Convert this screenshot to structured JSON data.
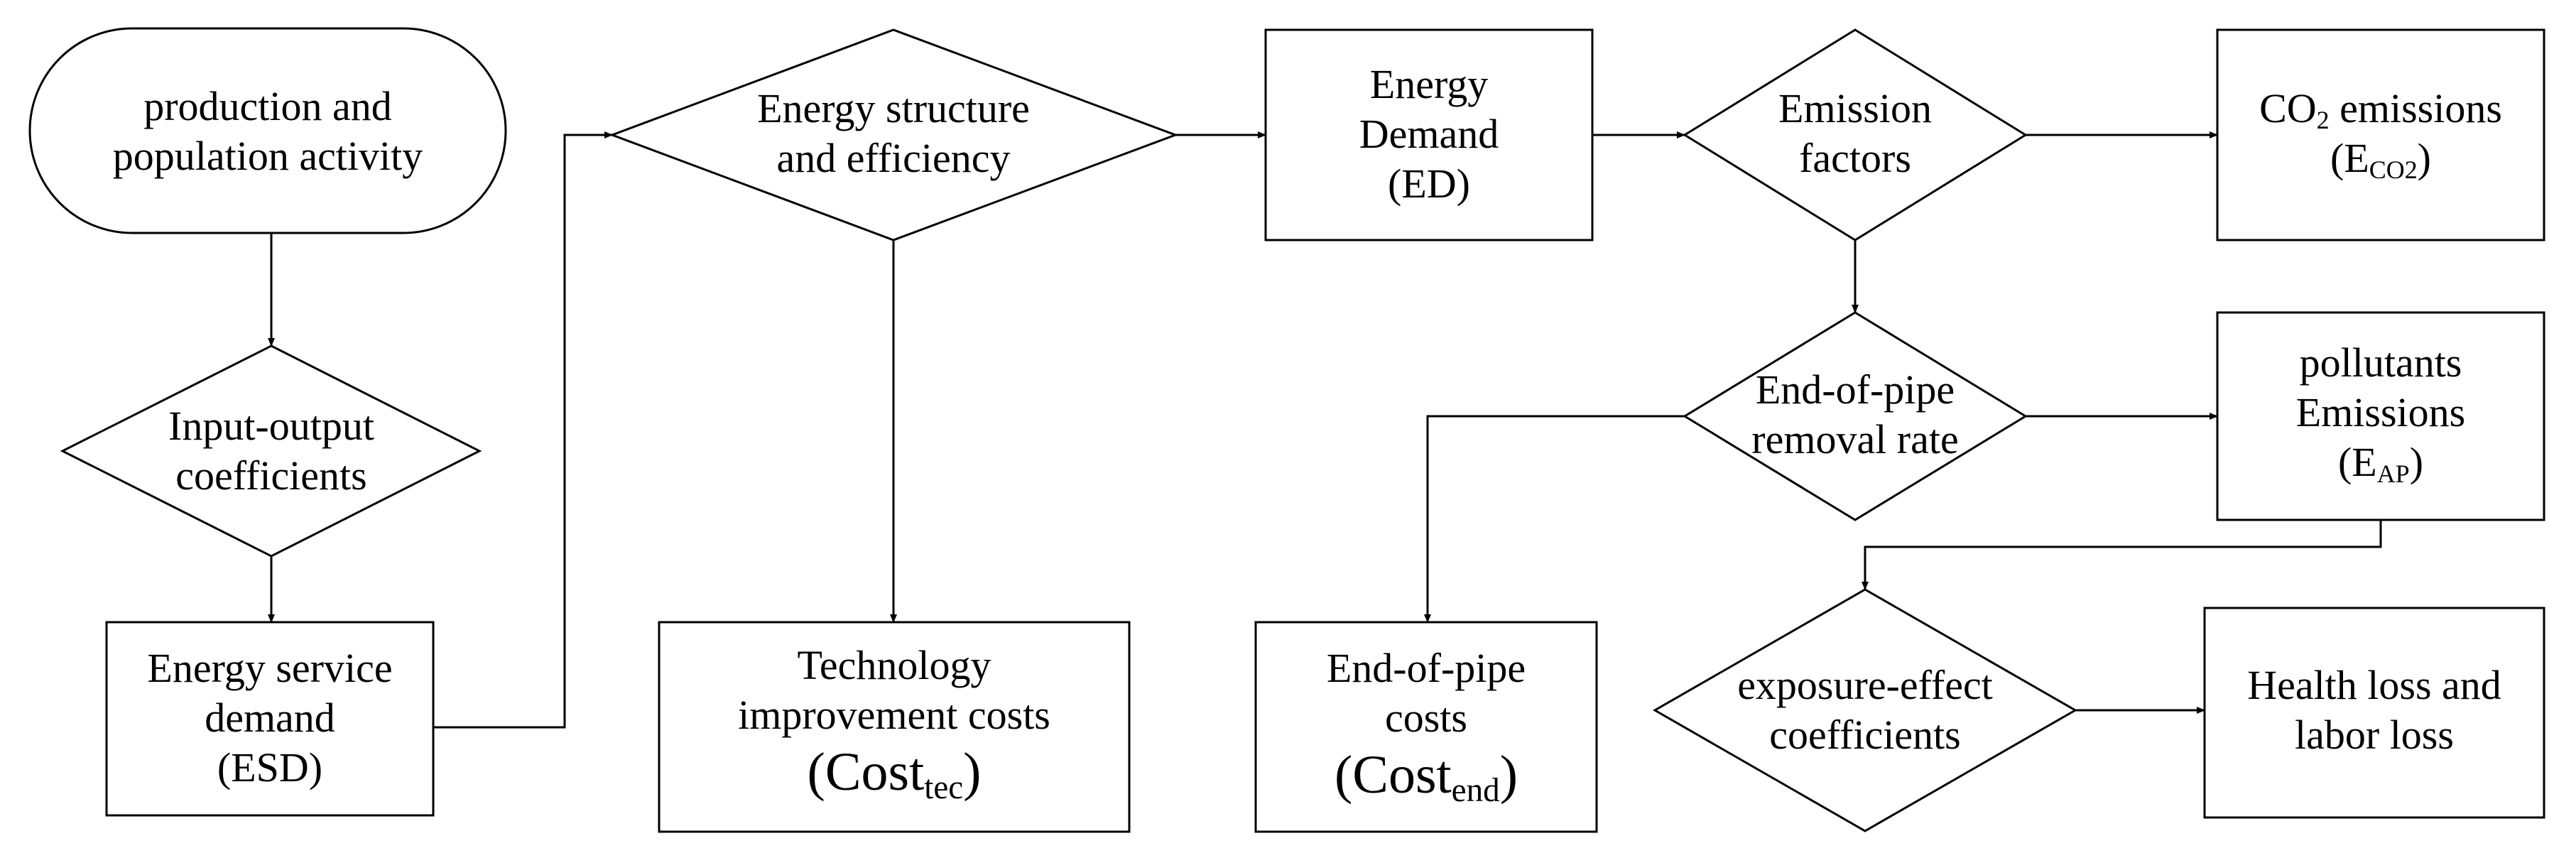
{
  "nodes": {
    "production": {
      "line1": "production and",
      "line2": "population activity"
    },
    "io_coef": {
      "line1": "Input-output",
      "line2": "coefficients"
    },
    "esd": {
      "line1": "Energy service",
      "line2": "demand",
      "line3": "(ESD)"
    },
    "energy_struct": {
      "line1": "Energy structure",
      "line2": "and efficiency"
    },
    "tech_cost": {
      "line1": "Technology",
      "line2": "improvement costs",
      "line3_main": "(Cost",
      "line3_sub": "tec",
      "line3_close": ")"
    },
    "ed": {
      "line1": "Energy",
      "line2": "Demand",
      "line3": "(ED)"
    },
    "emission_factors": {
      "line1": "Emission",
      "line2": "factors"
    },
    "co2": {
      "line1_main": "CO",
      "line1_sub": "2",
      "line1_rest": " emissions",
      "line2_open": "(E",
      "line2_sub": "CO2",
      "line2_close": ")"
    },
    "eop_rate": {
      "line1": "End-of-pipe",
      "line2": "removal rate"
    },
    "eop_cost": {
      "line1": "End-of-pipe",
      "line2": "costs",
      "line3_main": "(Cost",
      "line3_sub": "end",
      "line3_close": ")"
    },
    "pollutants": {
      "line1": "pollutants",
      "line2": "Emissions",
      "line3_open": "(E",
      "line3_sub": "AP",
      "line3_close": ")"
    },
    "exposure": {
      "line1": "exposure-effect",
      "line2": "coefficients"
    },
    "health": {
      "line1": "Health loss and",
      "line2": "labor loss"
    }
  }
}
